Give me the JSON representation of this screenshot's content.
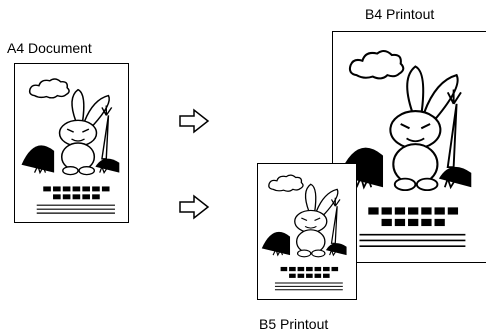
{
  "labels": {
    "a4_document": "A4 Document",
    "b4_printout": "B4 Printout",
    "b5_printout": "B5 Printout"
  },
  "icons": [
    "rabbit-illustration-icon",
    "cloud-icon",
    "carrot-icon",
    "right-arrow-icon"
  ],
  "colors": {
    "ink": "#000000",
    "paper": "#ffffff"
  }
}
